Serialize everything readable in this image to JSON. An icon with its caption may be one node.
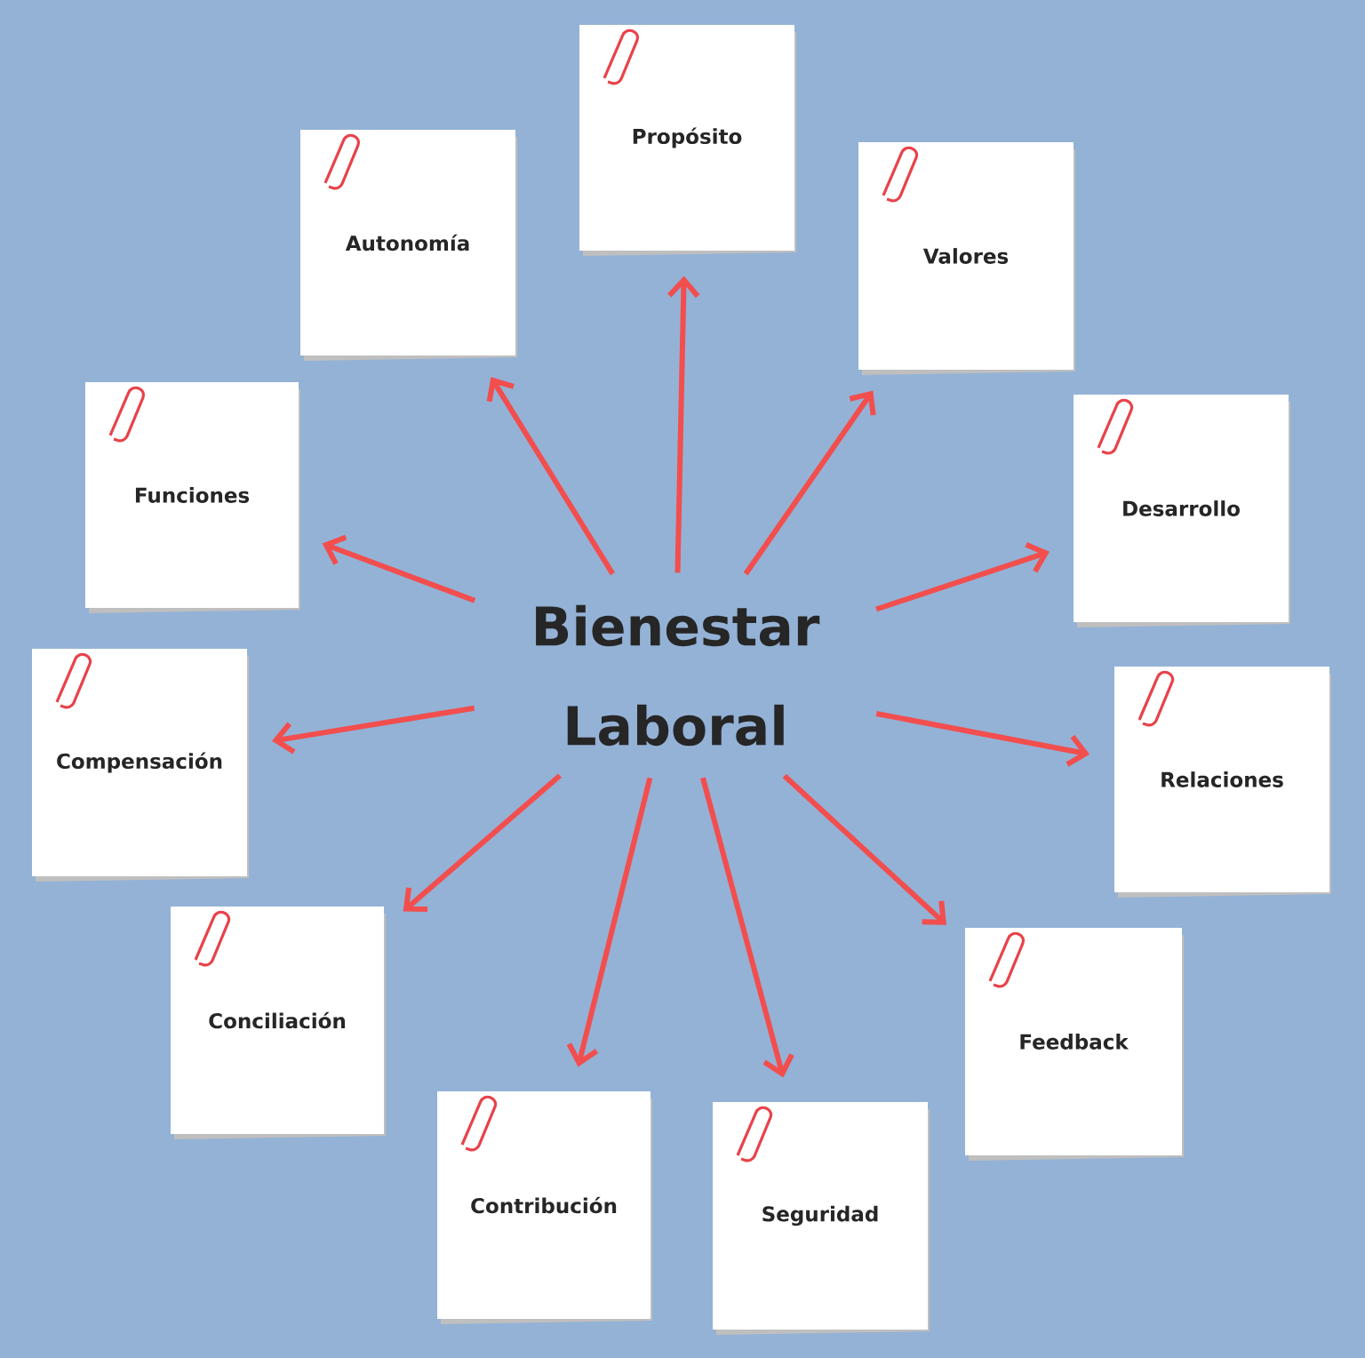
{
  "diagram": {
    "nodes": [
      {
        "text": [
          "Bienestar Laboral"
        ]
      },
      {
        "text": [
          "Propósito"
        ]
      },
      {
        "text": [
          "Autonomía"
        ]
      },
      {
        "text": [
          "Valores"
        ]
      },
      {
        "text": [
          "Funciones"
        ]
      },
      {
        "text": [
          "Desarrollo"
        ]
      },
      {
        "text": [
          "Compensación"
        ]
      },
      {
        "text": [
          "Relaciones"
        ]
      },
      {
        "text": [
          "Conciliación"
        ]
      },
      {
        "text": [
          "Feedback"
        ]
      },
      {
        "text": [
          "Contribución"
        ]
      },
      {
        "text": [
          "Seguridad"
        ]
      }
    ],
    "edges": [
      {
        "from": 0,
        "to": 1,
        "arrow": "to"
      },
      {
        "from": 0,
        "to": 2,
        "arrow": "to"
      },
      {
        "from": 0,
        "to": 3,
        "arrow": "to"
      },
      {
        "from": 0,
        "to": 4,
        "arrow": "to"
      },
      {
        "from": 0,
        "to": 5,
        "arrow": "to"
      },
      {
        "from": 0,
        "to": 6,
        "arrow": "to"
      },
      {
        "from": 0,
        "to": 7,
        "arrow": "to"
      },
      {
        "from": 0,
        "to": 8,
        "arrow": "to"
      },
      {
        "from": 0,
        "to": 9,
        "arrow": "to"
      },
      {
        "from": 0,
        "to": 10,
        "arrow": "to"
      },
      {
        "from": 0,
        "to": 11,
        "arrow": "to"
      }
    ]
  }
}
